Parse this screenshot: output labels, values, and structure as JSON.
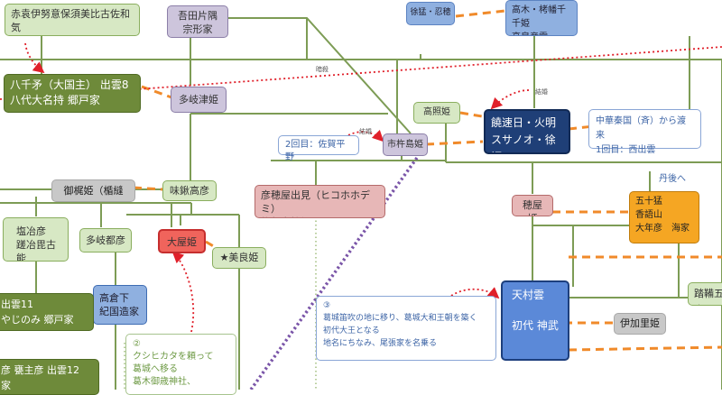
{
  "nodes": {
    "akaho": "赤袁伊努意保須美比古佐和気\n郷戸家",
    "yachihoko": "八千矛（大国主） 出雲8\n八代大名持 郷戸家",
    "yoshida": "吾田片隅\n宗形家",
    "takitsu": "多岐津姫",
    "ajisuki": "味鍬高彦",
    "mikaji": "御梶姫（楯縫郡）",
    "shioji": "塩冶彦\n蹉冶毘古能",
    "takitsuhiko": "多岐都彦",
    "oyahime": "大屋姫",
    "mirahime": "★美良姫",
    "takakura": "高倉下\n紀国造家",
    "izumo11": "出雲11\nやじのみ 郷戸家",
    "izumo12": "彦 甕主彦 出雲12\n家",
    "hikohoho": "彦穂屋出見（ヒコホホデミ）\n物部家始祖",
    "ichikishima": "市杵島姫",
    "takateru": "高照姫",
    "nigihayahi": "饒速日・火明\nスサノオ・徐福",
    "jomou": "徐猛・忍穂耳",
    "takagi": "高木・栲幡千千姫\n高皇産霊",
    "hoyahime": "穂屋姫",
    "isotake": "五十猛\n香語山\n大年彦　海家",
    "amanomurakumo": "天村雲\n\n初代 神武",
    "ikarihime": "伊加里姫",
    "tatara": "踏鞴五十"
  },
  "notes": {
    "sagahira": "2回目：佐賀平野",
    "chuka": "中華秦国（斉）から渡来\n1回目：西出雲",
    "katsuragi": "③\n葛城笛吹の地に移り、葛城大和王朝を築く\n初代大王となる\n地名にちなみ、尾張家を名乗る",
    "kushihikata": "②\nクシヒカタを頼って\n葛城へ移る\n葛木御歳神社、"
  },
  "labels": {
    "ansatsu": "暗殺",
    "kekkon1": "結婚",
    "kekkon2": "結婚",
    "tango": "丹後へ"
  },
  "colors": {
    "red_dotted": "#e0202a",
    "orange_dashed": "#f08a2a",
    "purple_dotted": "#7a55a8",
    "green_line": "#7d9c55"
  }
}
